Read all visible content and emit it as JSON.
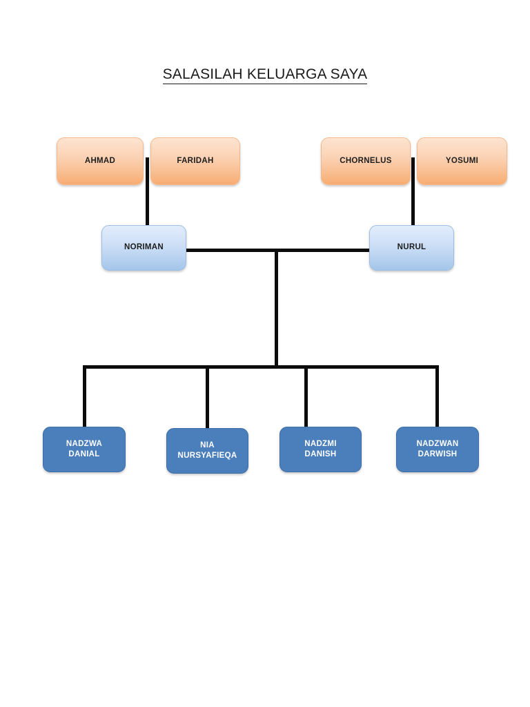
{
  "page": {
    "title": "SALASILAH KELUARGA SAYA",
    "background_color": "#ffffff"
  },
  "colors": {
    "grandparent_box_top": "#fde4d1",
    "grandparent_box_bottom": "#f7ad72",
    "parent_box_top": "#e2edfb",
    "parent_box_bottom": "#a4c5ea",
    "child_box": "#4a7fbc",
    "child_text": "#ffffff",
    "connector": "#0b0b0b",
    "text": "#1d1d1d"
  },
  "chart_data": {
    "type": "diagram",
    "subtype": "family-tree",
    "title": "SALASILAH KELUARGA SAYA",
    "generations": [
      {
        "level": 1,
        "role": "grandparents",
        "members": [
          "AHMAD",
          "FARIDAH",
          "CHORNELUS",
          "YOSUMI"
        ]
      },
      {
        "level": 2,
        "role": "parents",
        "members": [
          "NORIMAN",
          "NURUL"
        ]
      },
      {
        "level": 3,
        "role": "children",
        "members": [
          "NADZWA DANIAL",
          "NIA NURSYAFIEQA",
          "NADZMI DANISH",
          "NADZWAN DARWISH"
        ]
      }
    ],
    "edges": [
      {
        "from": [
          "AHMAD",
          "FARIDAH"
        ],
        "to": "NORIMAN"
      },
      {
        "from": [
          "CHORNELUS",
          "YOSUMI"
        ],
        "to": "NURUL"
      },
      {
        "from": [
          "NORIMAN",
          "NURUL"
        ],
        "to": "NADZWA DANIAL"
      },
      {
        "from": [
          "NORIMAN",
          "NURUL"
        ],
        "to": "NIA NURSYAFIEQA"
      },
      {
        "from": [
          "NORIMAN",
          "NURUL"
        ],
        "to": "NADZMI DANISH"
      },
      {
        "from": [
          "NORIMAN",
          "NURUL"
        ],
        "to": "NADZWAN DARWISH"
      }
    ]
  },
  "nodes": {
    "generation1": [
      {
        "id": "ahmad",
        "label": "AHMAD"
      },
      {
        "id": "faridah",
        "label": "FARIDAH"
      },
      {
        "id": "chornelus",
        "label": "CHORNELUS"
      },
      {
        "id": "yosumi",
        "label": "YOSUMI"
      }
    ],
    "generation2": [
      {
        "id": "noriman",
        "label": "NORIMAN"
      },
      {
        "id": "nurul",
        "label": "NURUL"
      }
    ],
    "generation3": [
      {
        "id": "nadzwa-danial",
        "line1": "NADZWA",
        "line2": "DANIAL"
      },
      {
        "id": "nia-nursyafieqa",
        "line1": "NIA",
        "line2": "NURSYAFIEQA"
      },
      {
        "id": "nadzmi-danish",
        "line1": "NADZMI",
        "line2": "DANISH"
      },
      {
        "id": "nadzwan-darwish",
        "line1": "NADZWAN",
        "line2": "DARWISH"
      }
    ]
  }
}
